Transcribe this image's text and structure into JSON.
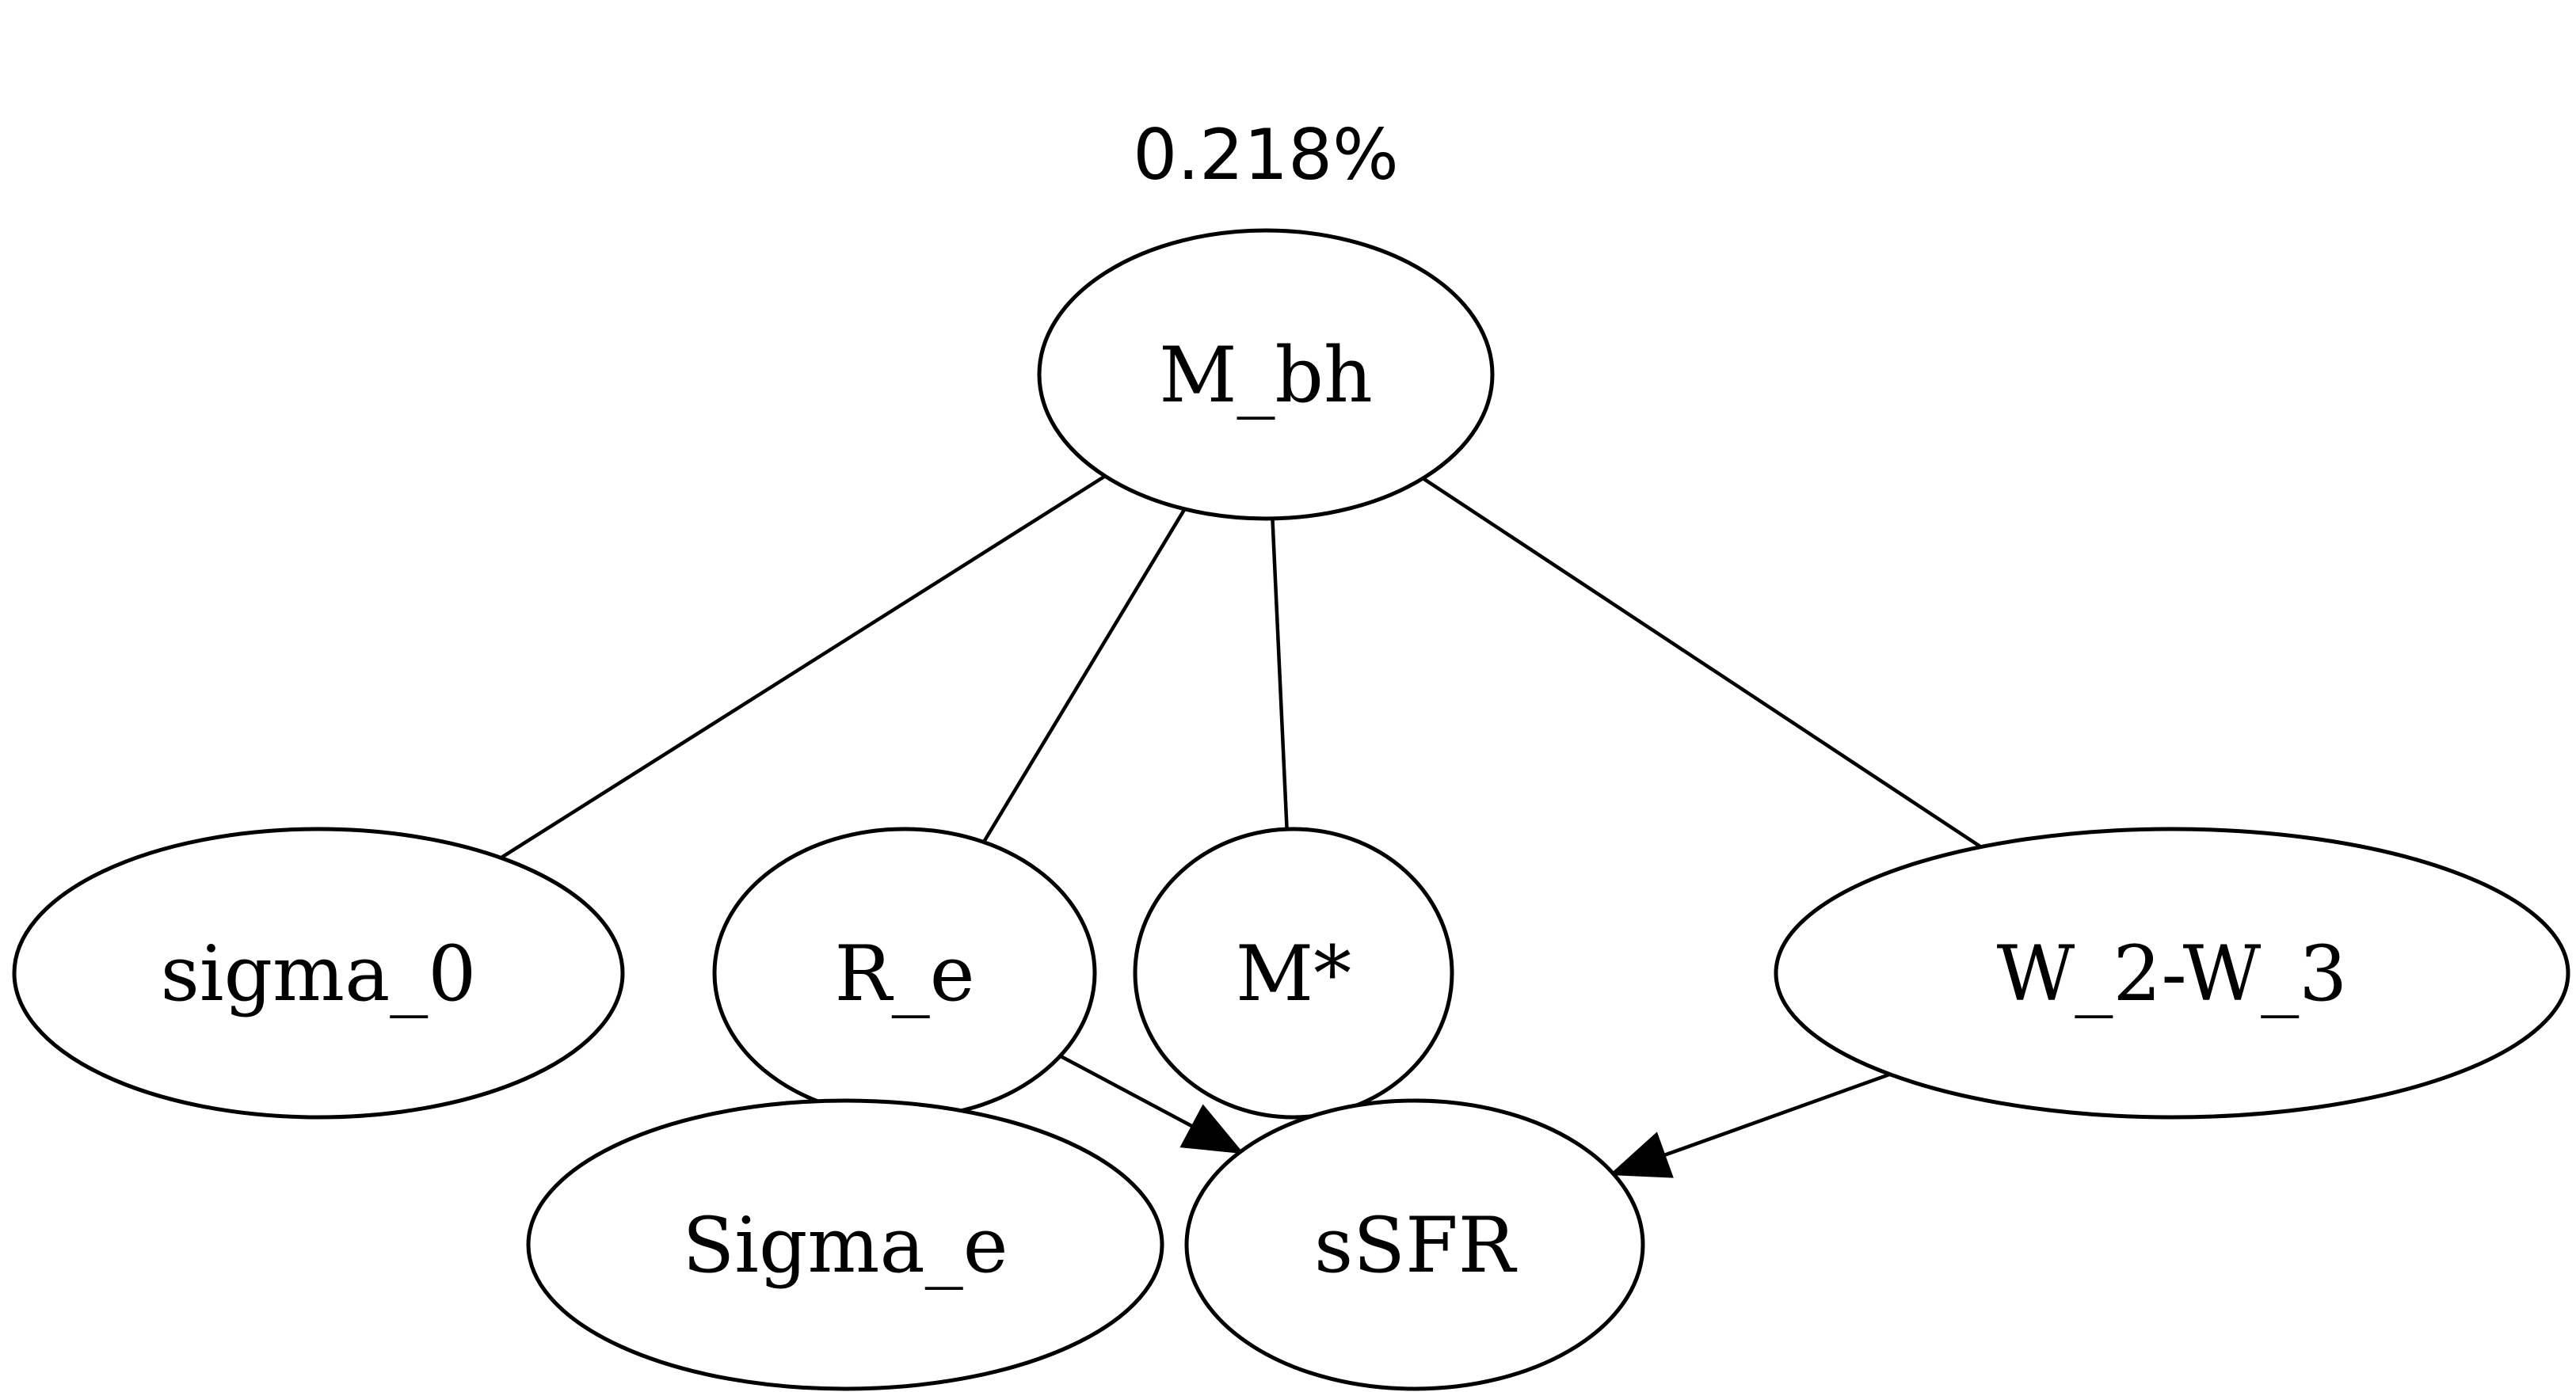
{
  "graph": {
    "label": "0.218%",
    "nodes": {
      "m_bh": "M_bh",
      "sigma_0": "sigma_0",
      "r_e": "R_e",
      "m_star": "M*",
      "w2_w3": "W_2-W_3",
      "sigma_e": "Sigma_e",
      "ssfr": "sSFR"
    },
    "edges": [
      {
        "from": "M_bh",
        "to": "sigma_0",
        "directed": false
      },
      {
        "from": "M_bh",
        "to": "R_e",
        "directed": false
      },
      {
        "from": "M_bh",
        "to": "M*",
        "directed": false
      },
      {
        "from": "M_bh",
        "to": "W_2-W_3",
        "directed": false
      },
      {
        "from": "R_e",
        "to": "Sigma_e",
        "directed": false
      },
      {
        "from": "R_e",
        "to": "sSFR",
        "directed": true
      },
      {
        "from": "M*",
        "to": "sSFR",
        "directed": true
      },
      {
        "from": "W_2-W_3",
        "to": "sSFR",
        "directed": true
      }
    ]
  }
}
